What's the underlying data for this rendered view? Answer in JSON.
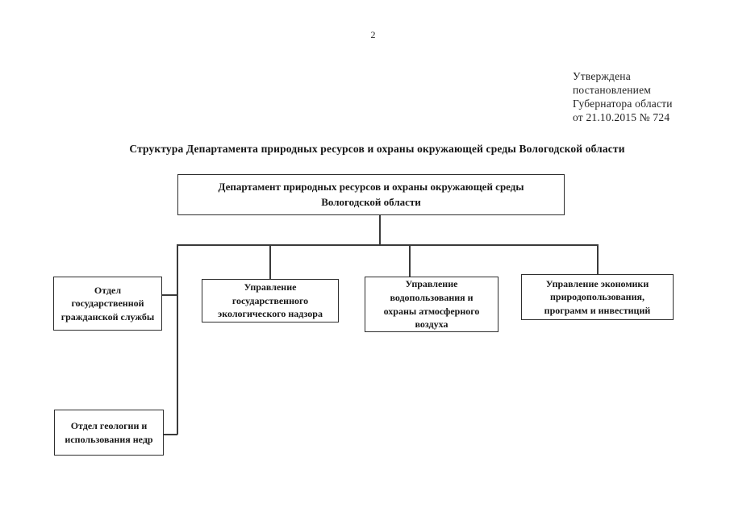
{
  "page_number": "2",
  "approval": {
    "lines": [
      "Утверждена",
      "постановлением",
      "Губернатора области",
      "от 21.10.2015 № 724"
    ]
  },
  "title": "Структура Департамента природных ресурсов и охраны окружающей среды Вологодской области",
  "org_chart": {
    "root": {
      "label": "Департамент природных ресурсов и охраны окружающей среды Вологодской области"
    },
    "departments": [
      {
        "id": "civil-service",
        "label": "Отдел государственной гражданской службы"
      },
      {
        "id": "eco-supervision",
        "label": "Управление государственного экологического надзора"
      },
      {
        "id": "water-air",
        "label": "Управление водопользования и охраны атмосферного воздуха"
      },
      {
        "id": "economics",
        "label": "Управление экономики природопользования, программ и инвестиций"
      },
      {
        "id": "geology",
        "label": "Отдел геологии и использования недр"
      }
    ]
  }
}
